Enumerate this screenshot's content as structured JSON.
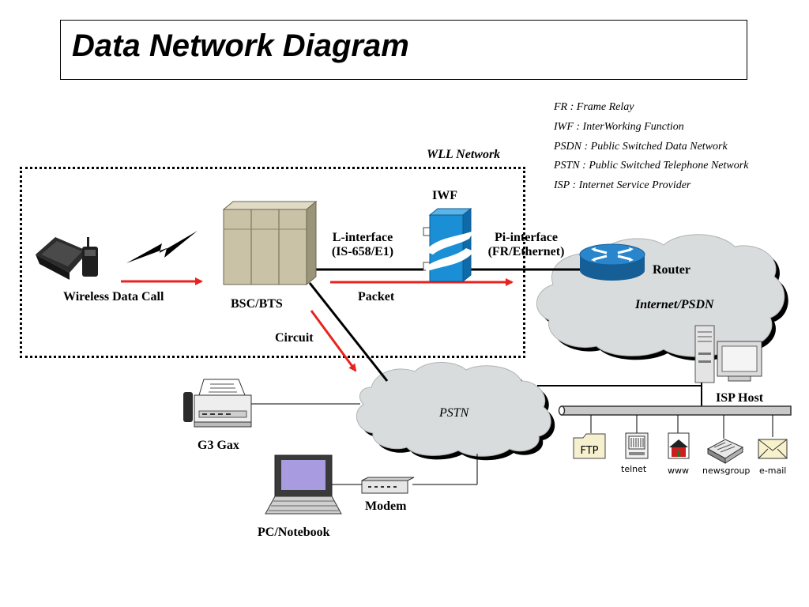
{
  "title": "Data Network Diagram",
  "legend": [
    "FR : Frame Relay",
    "IWF : InterWorking Function",
    "PSDN : Public Switched Data Network",
    "PSTN : Public Switched Telephone Network",
    "ISP : Internet Service Provider"
  ],
  "labels": {
    "wll_network": "WLL Network",
    "iwf": "IWF",
    "wireless_data_call": "Wireless Data Call",
    "bsc_bts": "BSC/BTS",
    "l_interface_1": "L-interface",
    "l_interface_2": "(IS-658/E1)",
    "pi_interface_1": "Pi-interface",
    "pi_interface_2": "(FR/Ethernet)",
    "packet": "Packet",
    "circuit": "Circuit",
    "router": "Router",
    "internet_psdn": "Internet/PSDN",
    "pstn": "PSTN",
    "isp_host": "ISP Host",
    "g3_fax": "G3 Gax",
    "modem": "Modem",
    "pc_notebook": "PC/Notebook"
  },
  "services": [
    {
      "name": "ftp",
      "icon": "ftp-folder-icon",
      "label": "",
      "icon_text": "FTP"
    },
    {
      "name": "telnet",
      "icon": "terminal-icon",
      "label": "telnet"
    },
    {
      "name": "www",
      "icon": "house-icon",
      "label": "www"
    },
    {
      "name": "newsgroup",
      "icon": "newspaper-icon",
      "label": "newsgroup"
    },
    {
      "name": "e-mail",
      "icon": "envelope-icon",
      "label": "e-mail"
    }
  ],
  "colors": {
    "arrow": "#e8231e",
    "cloud": "#d9dcdc",
    "iwf": "#1a8fd6",
    "bsc": "#c9c2a6",
    "router": "#1f7fc4"
  }
}
